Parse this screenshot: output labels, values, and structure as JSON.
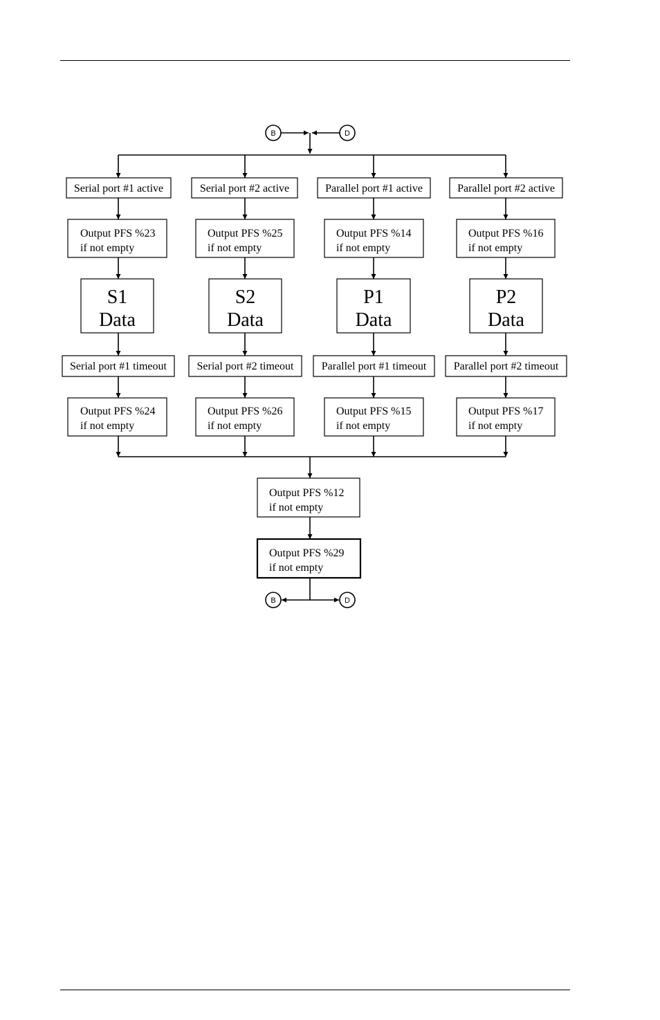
{
  "connectors": {
    "b": "B",
    "d": "D"
  },
  "columns": [
    {
      "active": "Serial port #1 active",
      "out_start": [
        "Output PFS %23",
        "if not empty"
      ],
      "data": [
        "S1",
        "Data"
      ],
      "timeout": "Serial port #1 timeout",
      "out_end": [
        "Output PFS %24",
        "if not empty"
      ]
    },
    {
      "active": "Serial port #2 active",
      "out_start": [
        "Output PFS %25",
        "if not empty"
      ],
      "data": [
        "S2",
        "Data"
      ],
      "timeout": "Serial port #2 timeout",
      "out_end": [
        "Output PFS %26",
        "if not empty"
      ]
    },
    {
      "active": "Parallel port #1 active",
      "out_start": [
        "Output PFS %14",
        "if not empty"
      ],
      "data": [
        "P1",
        "Data"
      ],
      "timeout": "Parallel port #1 timeout",
      "out_end": [
        "Output PFS %15",
        "if not empty"
      ]
    },
    {
      "active": "Parallel port #2 active",
      "out_start": [
        "Output PFS %16",
        "if not empty"
      ],
      "data": [
        "P2",
        "Data"
      ],
      "timeout": "Parallel port #2 timeout",
      "out_end": [
        "Output PFS %17",
        "if not empty"
      ]
    }
  ],
  "final": [
    [
      "Output PFS %12",
      "if not empty"
    ],
    [
      "Output PFS %29",
      "if not empty"
    ]
  ]
}
